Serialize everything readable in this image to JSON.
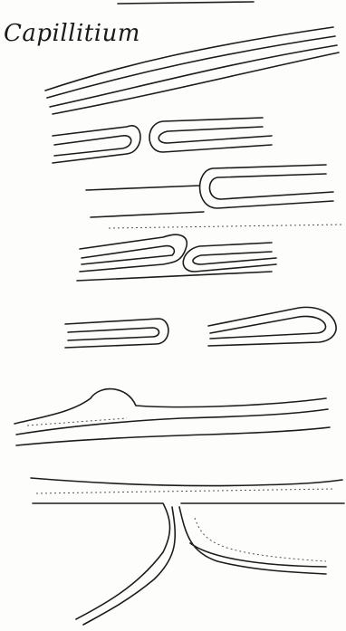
{
  "title": "Capillitium",
  "figures": [
    {
      "id": "tube-bundle"
    },
    {
      "id": "paired-loops"
    },
    {
      "id": "single-loop-end"
    },
    {
      "id": "twisted-loops"
    },
    {
      "id": "separated-loop-ends"
    },
    {
      "id": "swollen-tube"
    },
    {
      "id": "branched-junction"
    }
  ]
}
